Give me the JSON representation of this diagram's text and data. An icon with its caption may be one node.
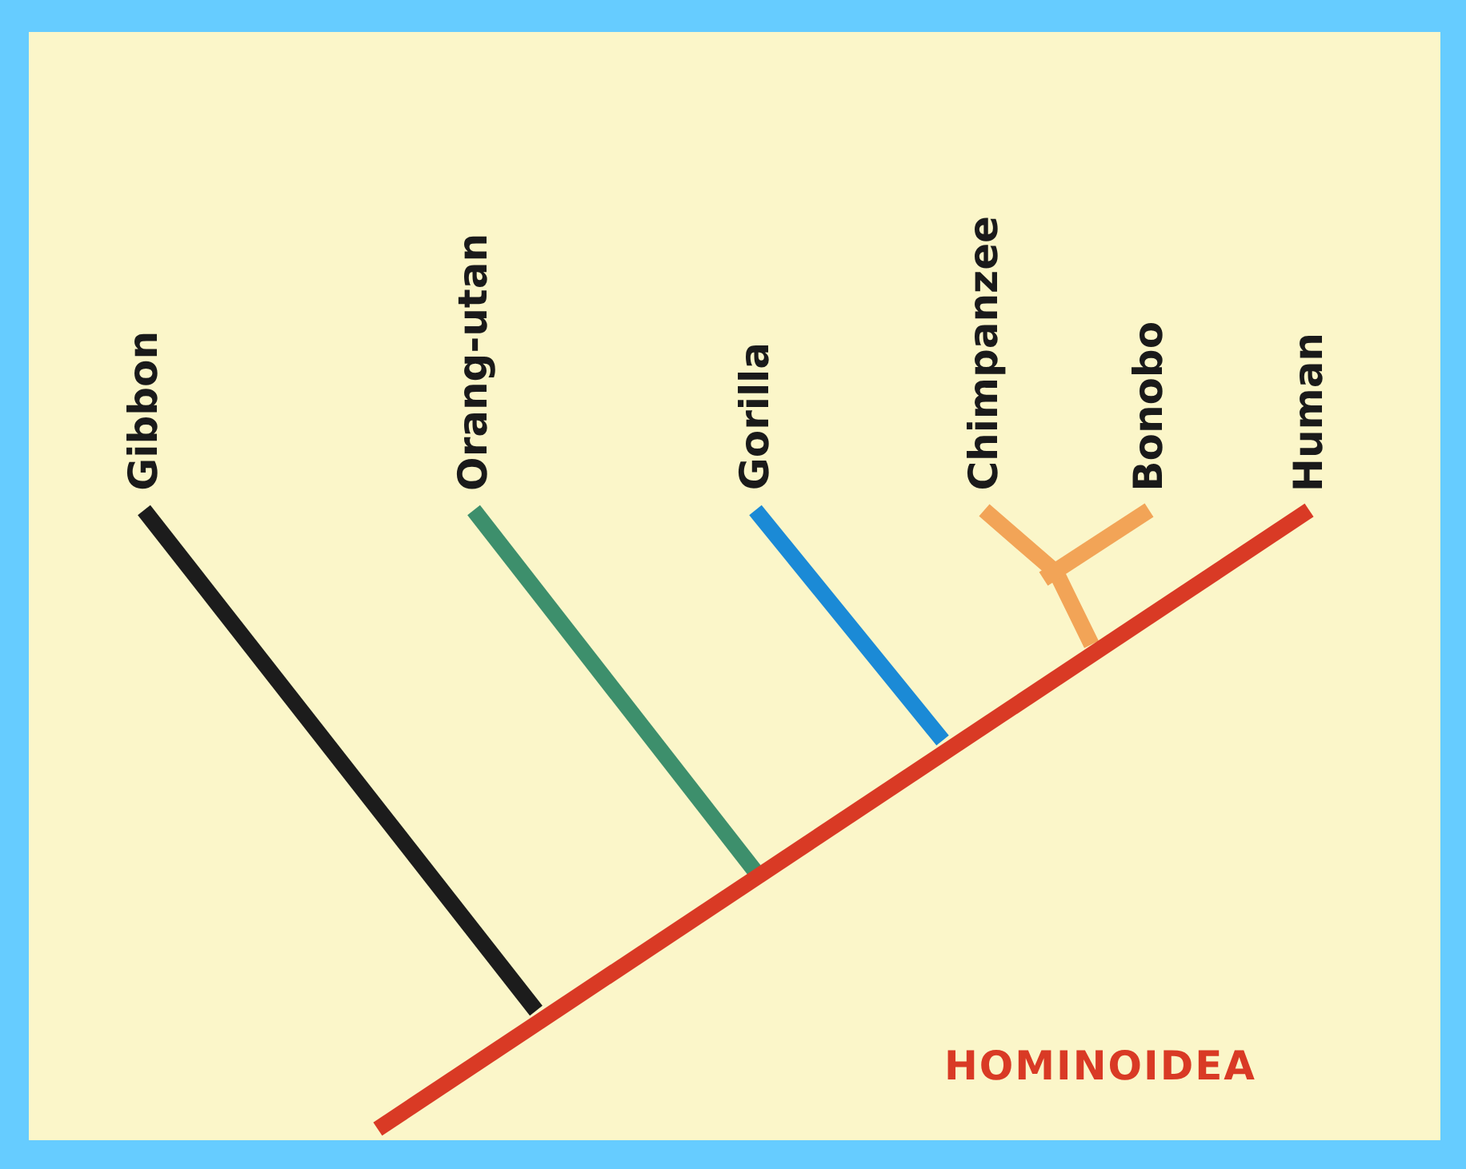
{
  "diagram": {
    "nodes": [
      {
        "text": [
          "Gibbon"
        ]
      },
      {
        "text": [
          "Orang-utan"
        ]
      },
      {
        "text": [
          "Gorilla"
        ]
      },
      {
        "text": [
          "Chimpanzee"
        ]
      },
      {
        "text": [
          "Bonobo"
        ]
      },
      {
        "text": [
          "Human"
        ]
      }
    ],
    "edges": [
      {
        "from": 0,
        "to": null,
        "arrow": "none",
        "color": "#1c1c1c"
      },
      {
        "from": 1,
        "to": null,
        "arrow": "none",
        "color": "#3d8f6c"
      },
      {
        "from": 2,
        "to": null,
        "arrow": "none",
        "color": "#1b8ad6"
      },
      {
        "from": 3,
        "to": null,
        "arrow": "none",
        "color": "#f2a457"
      },
      {
        "from": 4,
        "to": null,
        "arrow": "none",
        "color": "#f2a457"
      },
      {
        "from": null,
        "to": 5,
        "arrow": "none",
        "color": "#d93a25"
      }
    ],
    "labels": [
      "HOMINOIDEA"
    ]
  }
}
